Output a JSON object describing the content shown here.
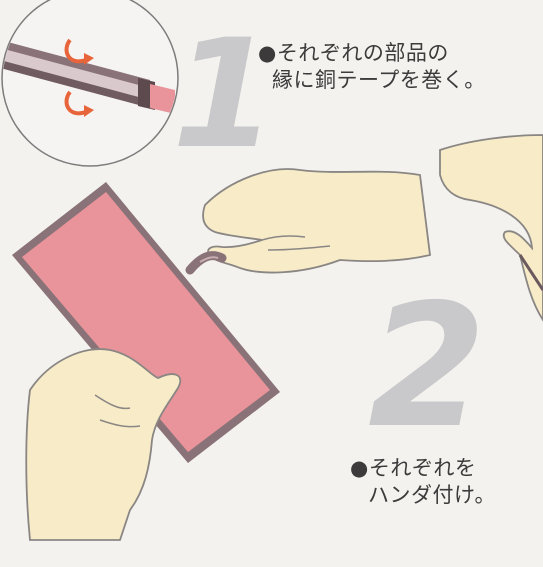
{
  "steps": [
    {
      "number": "1",
      "text_line1": "●それぞれの部品の",
      "text_line2": "縁に銅テープを巻く。"
    },
    {
      "number": "2",
      "text_line1": "●それぞれを",
      "text_line2": "ハンダ付け。"
    }
  ],
  "colors": {
    "background": "#f4f2ee",
    "skin": "#f7ebc8",
    "glass": "#e8949a",
    "copper_tape": "#8a7378",
    "arrow": "#e8643a",
    "step_number": "#c9c9cb"
  },
  "icon_names": [
    "rotate-arrow-icon"
  ]
}
